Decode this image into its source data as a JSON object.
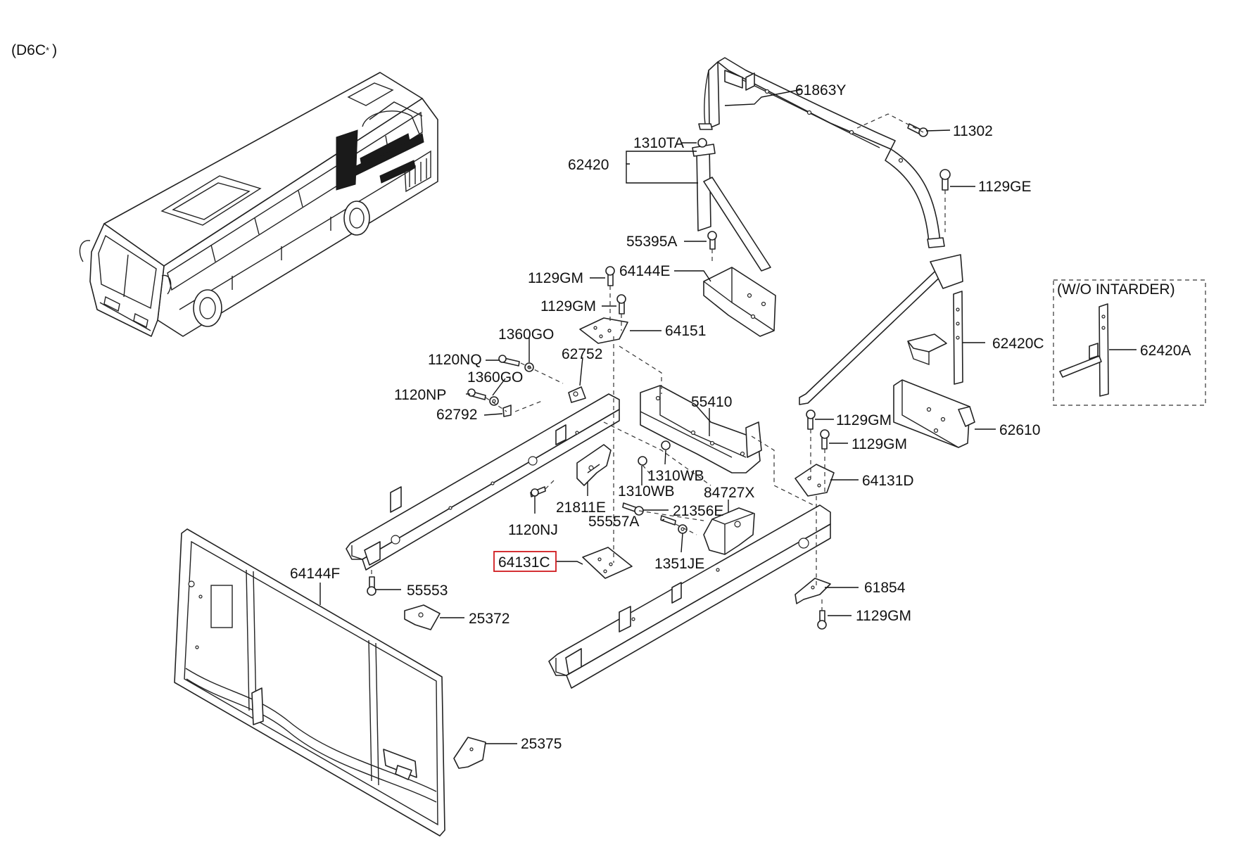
{
  "diagram": {
    "variant_code": "(D6C",
    "variant_star": "*",
    "variant_close": ")",
    "inset_title": "(W/O INTARDER)",
    "highlighted_part": "64131C",
    "parts": {
      "p61863Y": "61863Y",
      "p11302": "11302",
      "p1310TA": "1310TA",
      "p62420": "62420",
      "p1129GE": "1129GE",
      "p55395A": "55395A",
      "p1129GM_a": "1129GM",
      "p64144E": "64144E",
      "p1129GM_b": "1129GM",
      "p64151": "64151",
      "p1360GO_a": "1360GO",
      "p1120NQ": "1120NQ",
      "p62752": "62752",
      "p1360GO_b": "1360GO",
      "p1120NP": "1120NP",
      "p62792": "62792",
      "p55410": "55410",
      "p62420C": "62420C",
      "p62420A": "62420A",
      "p1129GM_c": "1129GM",
      "p1129GM_d": "1129GM",
      "p62610": "62610",
      "p64131D": "64131D",
      "p1310WB_a": "1310WB",
      "p1310WB_b": "1310WB",
      "p84727X": "84727X",
      "p21811E": "21811E",
      "p21356E": "21356E",
      "p1120NJ": "1120NJ",
      "p55557A": "55557A",
      "p64131C": "64131C",
      "p1351JE": "1351JE",
      "p64144F": "64144F",
      "p55553": "55553",
      "p61854": "61854",
      "p25372": "25372",
      "p1129GM_e": "1129GM",
      "p25375": "25375"
    }
  }
}
